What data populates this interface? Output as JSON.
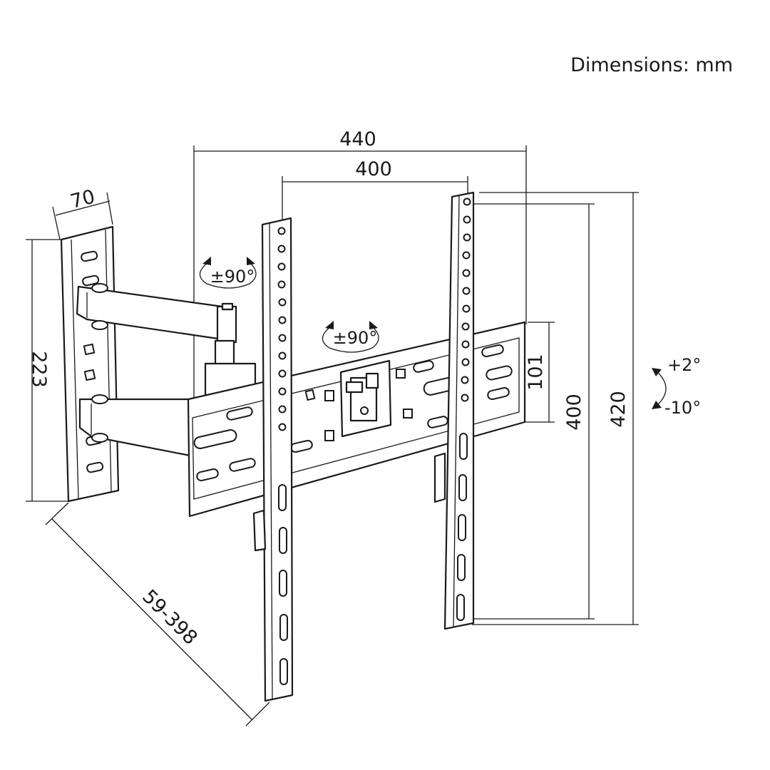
{
  "title": "Dimensions: mm",
  "dimensions": {
    "plate_width_outer": "440",
    "plate_width_inner": "400",
    "wall_plate_depth": "70",
    "wall_plate_height": "223",
    "arm_extension": "59-398",
    "rail_height": "101",
    "vesa_height": "400",
    "bracket_height": "420"
  },
  "rotations": {
    "arm_swivel": "±90°",
    "plate_swivel": "±90°",
    "tilt_up": "+2°",
    "tilt_down": "-10°"
  },
  "colors": {
    "line": "#1a1a1a",
    "background": "#ffffff"
  }
}
